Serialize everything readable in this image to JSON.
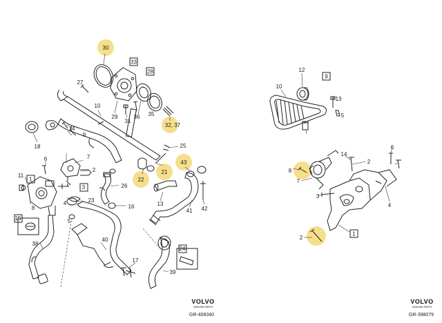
{
  "colors": {
    "highlight": "#f6df8c",
    "line": "#222222",
    "background": "#ffffff"
  },
  "left_diagram": {
    "callouts": [
      "30",
      "11",
      "7",
      "6",
      "9",
      "8",
      "2",
      "3",
      "4",
      "5",
      "23",
      "26",
      "16",
      "40",
      "38",
      "15",
      "17",
      "24",
      "13",
      "21",
      "22",
      "43",
      "41",
      "42",
      "39",
      "25",
      "18",
      "14",
      "10",
      "27",
      "29",
      "31",
      "36",
      "35",
      "32, 37",
      "33",
      "28"
    ],
    "boxed": [
      "33",
      "28",
      "1",
      "3",
      "15",
      "24"
    ],
    "highlighted": [
      "30",
      "32, 37",
      "21",
      "22",
      "43"
    ]
  },
  "right_diagram": {
    "callouts": [
      "12",
      "9",
      "10",
      "13",
      "5",
      "14",
      "2",
      "8",
      "7",
      "3",
      "4",
      "6",
      "2",
      "1"
    ],
    "boxed": [
      "9",
      "1"
    ],
    "highlighted": [
      "8",
      "2"
    ]
  },
  "footer_left": {
    "brand": "VOLVO",
    "brand_sub": "GENUINE PARTS",
    "ref": "GR-408340"
  },
  "footer_right": {
    "brand": "VOLVO",
    "brand_sub": "GENUINE PARTS",
    "ref": "GR-398079"
  }
}
